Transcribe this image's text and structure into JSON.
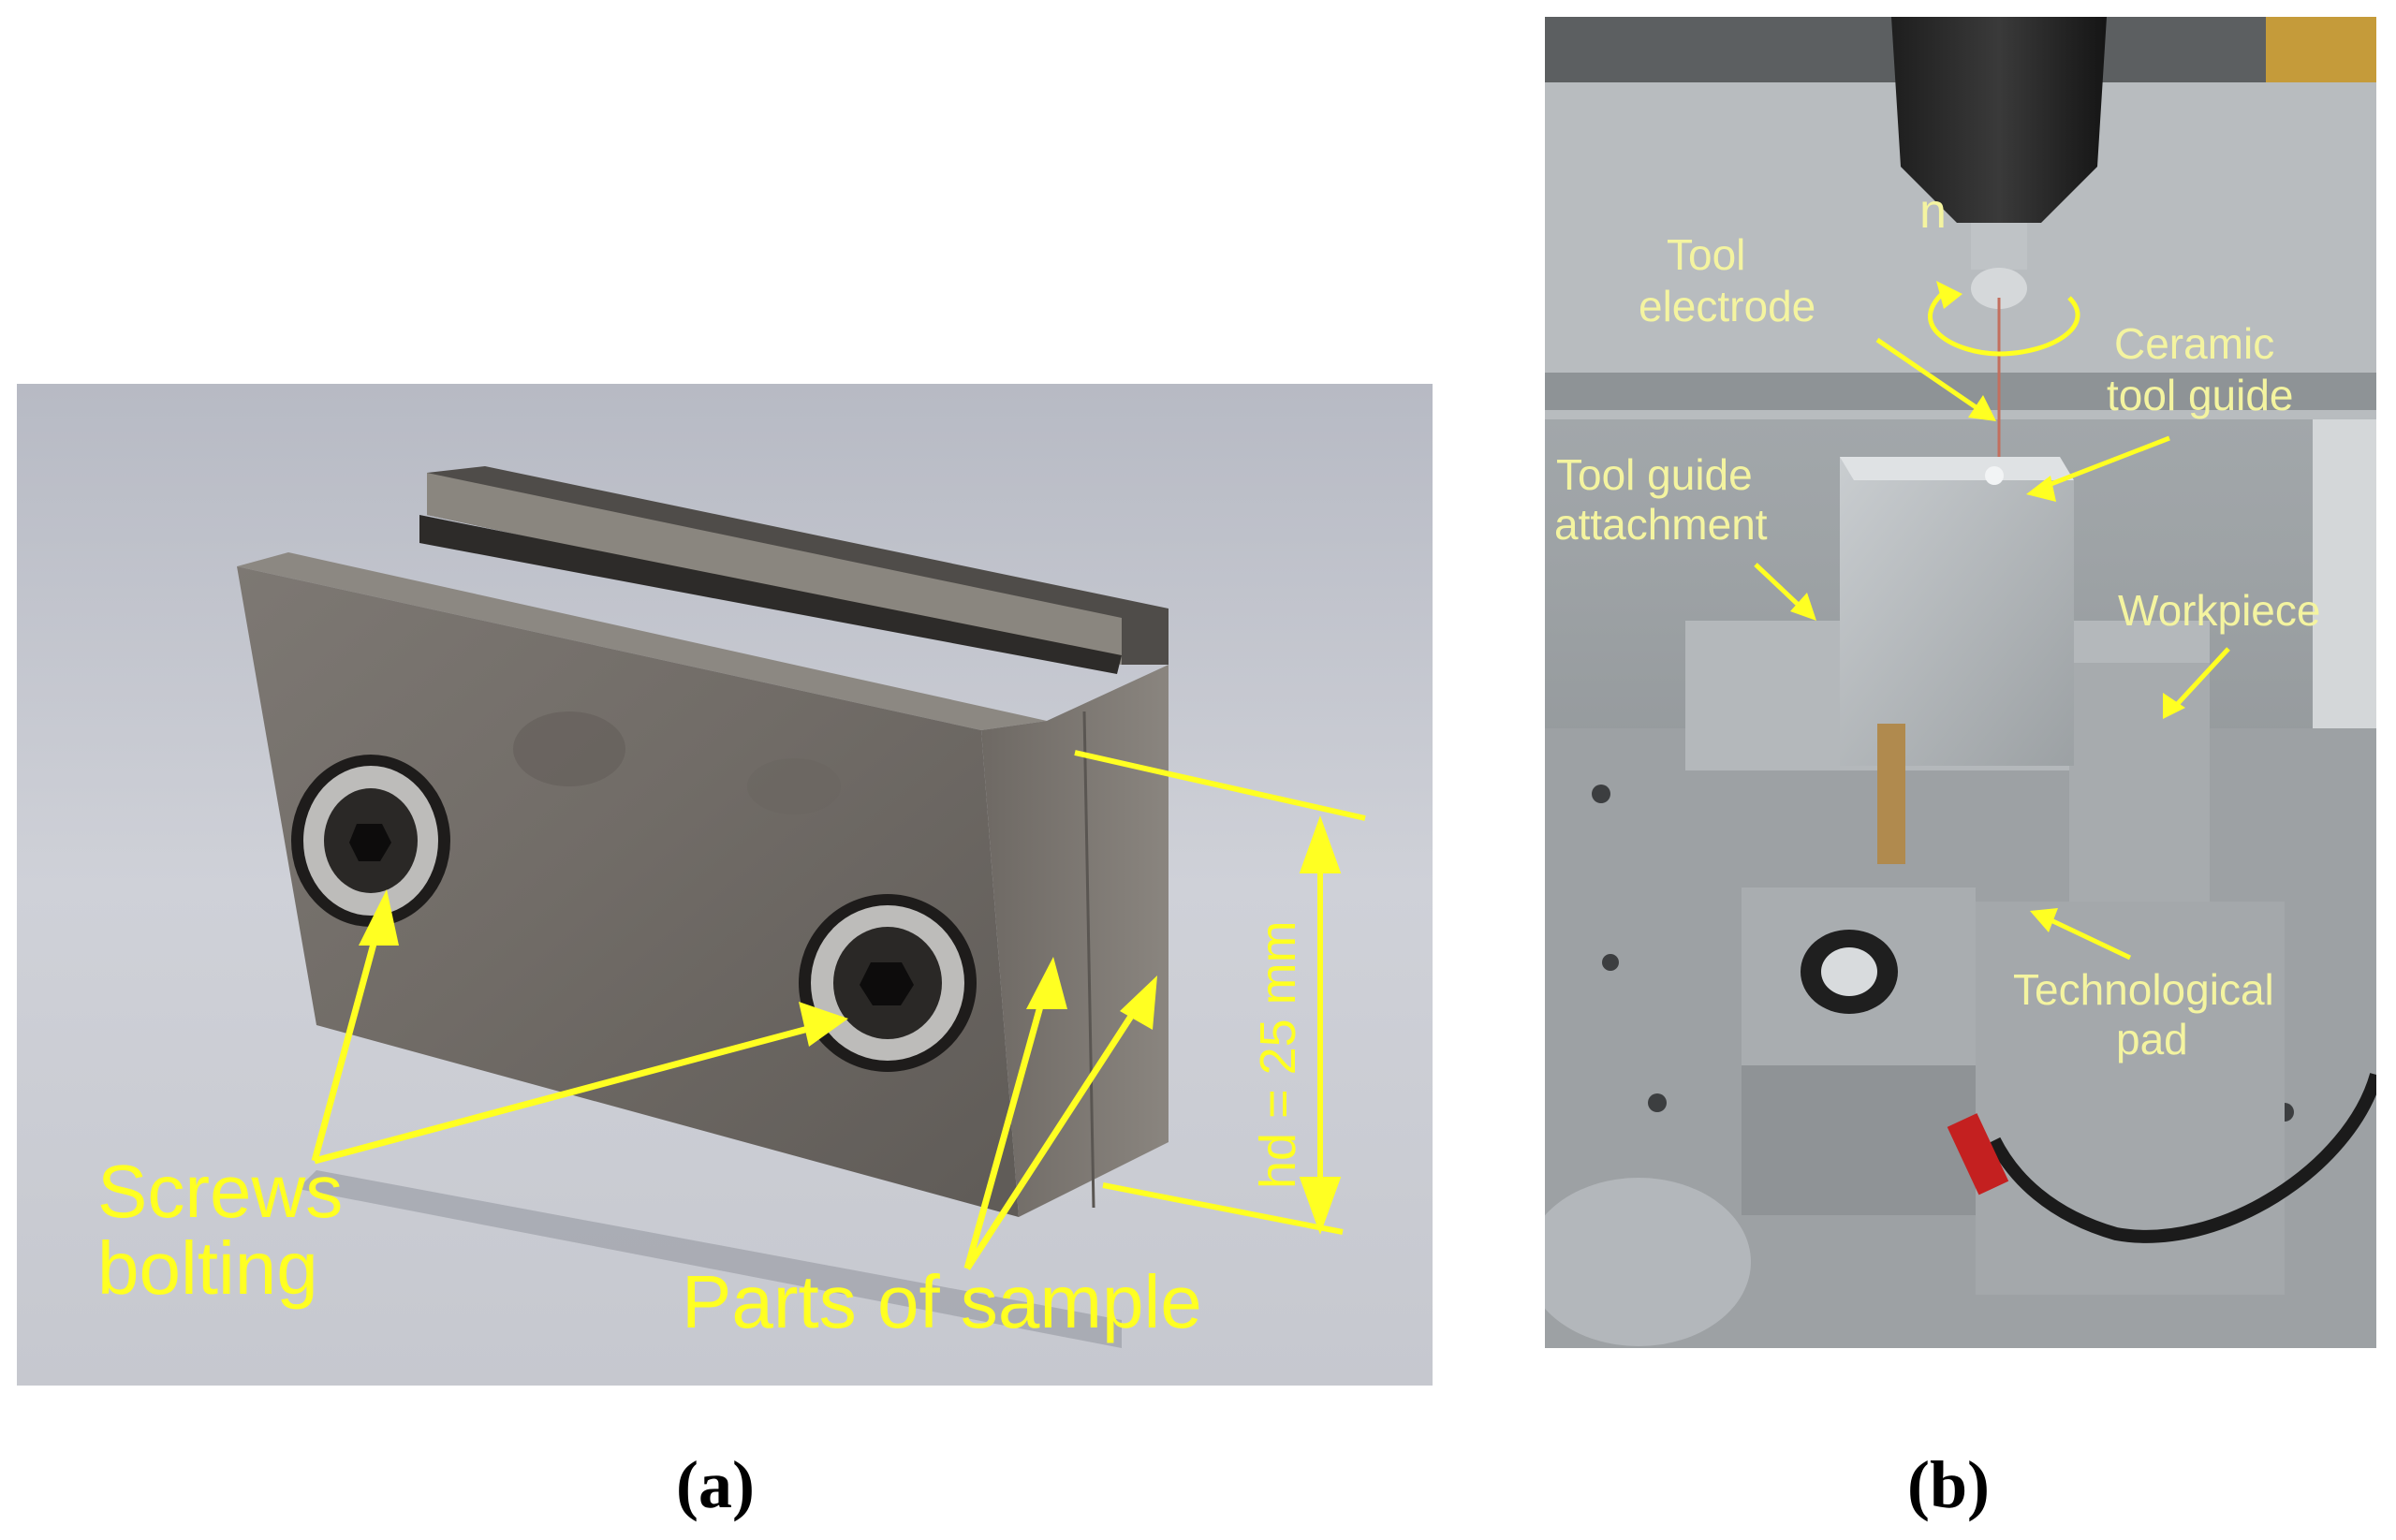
{
  "panel_a": {
    "caption": "(a)",
    "labels": {
      "screws_line1": "Screws",
      "screws_line2": "bolting",
      "parts": "Parts of sample",
      "height": "hd = 25 mm"
    },
    "colors": {
      "annotation": "#ffff22",
      "background": "#c9cbd3",
      "steel": "#6e6a66"
    }
  },
  "panel_b": {
    "caption": "(b)",
    "labels": {
      "rotation": "n",
      "tool_electrode_1": "Tool",
      "tool_electrode_2": "electrode",
      "ceramic_1": "Ceramic",
      "ceramic_2": "tool guide",
      "attachment_1": "Tool guide",
      "attachment_2": "attachment",
      "workpiece": "Workpiece",
      "pad_1": "Technological",
      "pad_2": "pad"
    },
    "colors": {
      "annotation": "#ffff22",
      "label_text": "#f4f4a0"
    }
  }
}
